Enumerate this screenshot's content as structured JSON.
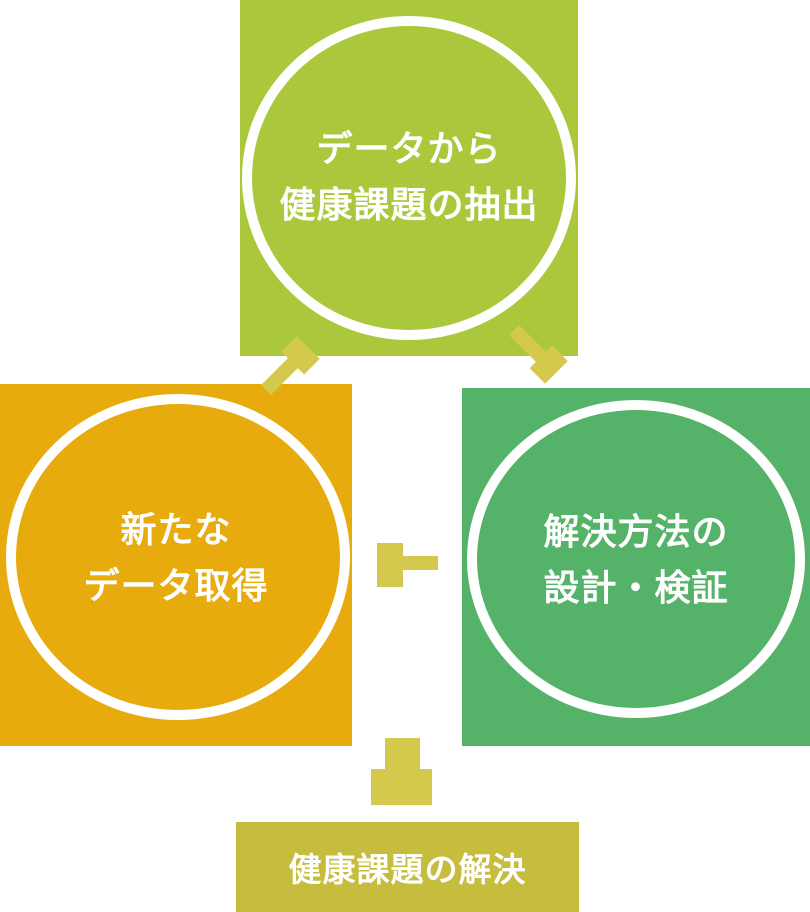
{
  "diagram": {
    "type": "cycle",
    "nodes": [
      {
        "position": "top",
        "line1": "データから",
        "line2": "健康課題の抽出",
        "color": "#abc83d"
      },
      {
        "position": "right",
        "line1": "解決方法の",
        "line2": "設計・検証",
        "color": "#55b269"
      },
      {
        "position": "left",
        "line1": "新たな",
        "line2": "データ取得",
        "color": "#e8ab0e"
      }
    ],
    "arrows": {
      "color": "#d5c94d",
      "items": [
        {
          "from": "top",
          "to": "right"
        },
        {
          "from": "right",
          "to": "left"
        },
        {
          "from": "left",
          "to": "top"
        },
        {
          "from": "cycle",
          "to": "outcome"
        }
      ]
    },
    "outcome": {
      "label": "健康課題の解決",
      "color": "#c6bc3d"
    },
    "ring_color": "#ffffff",
    "text_color": "#ffffff"
  }
}
